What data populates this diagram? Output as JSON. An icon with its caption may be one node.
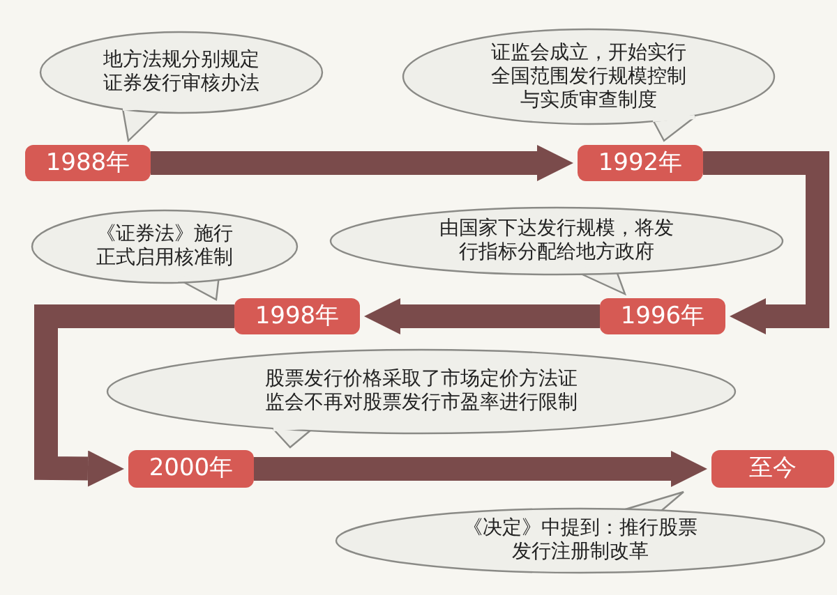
{
  "diagram": {
    "nodes": [
      {
        "text": [
          "地方法规分别规定证券发行审核办法"
        ]
      },
      {
        "text": [
          "证监会成立，开始实行全国范围发行规模控制与实质审查制度"
        ]
      },
      {
        "text": [
          "1988年"
        ]
      },
      {
        "text": [
          "1992年"
        ]
      },
      {
        "text": [
          "《证券法》施行正式启用核准制"
        ]
      },
      {
        "text": [
          "由国家下达发行规模，将发行指标分配给地方政府"
        ]
      },
      {
        "text": [
          "1998年"
        ]
      },
      {
        "text": [
          "1996年"
        ]
      },
      {
        "text": [
          "股票发行价格采取了市场定价方法证监会不再对股票发行市盈率进行限制"
        ]
      },
      {
        "text": [
          "2000年"
        ]
      },
      {
        "text": [
          "至今"
        ]
      },
      {
        "text": [
          "《决定》中提到：推行股票发行注册制改革"
        ]
      }
    ],
    "edges": [
      {
        "from": 2,
        "to": 3,
        "arrow": "to"
      },
      {
        "from": 3,
        "to": 7,
        "arrow": "to"
      },
      {
        "from": 7,
        "to": 6,
        "arrow": "to"
      },
      {
        "from": 6,
        "to": 9,
        "arrow": "to"
      },
      {
        "from": 9,
        "to": 10,
        "arrow": "to"
      }
    ]
  }
}
